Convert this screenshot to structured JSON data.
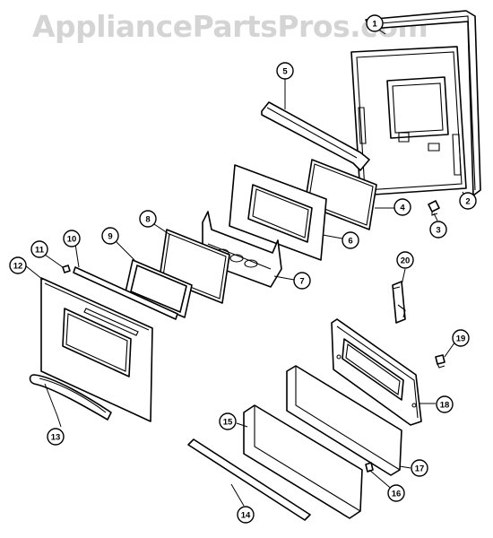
{
  "watermark": "AppliancePartsPros.com",
  "callouts": [
    {
      "number": "1"
    },
    {
      "number": "2"
    },
    {
      "number": "3"
    },
    {
      "number": "4"
    },
    {
      "number": "5"
    },
    {
      "number": "6"
    },
    {
      "number": "7"
    },
    {
      "number": "8"
    },
    {
      "number": "9"
    },
    {
      "number": "10"
    },
    {
      "number": "11"
    },
    {
      "number": "12"
    },
    {
      "number": "13"
    },
    {
      "number": "14"
    },
    {
      "number": "15"
    },
    {
      "number": "16"
    },
    {
      "number": "17"
    },
    {
      "number": "18"
    },
    {
      "number": "19"
    },
    {
      "number": "20"
    }
  ]
}
